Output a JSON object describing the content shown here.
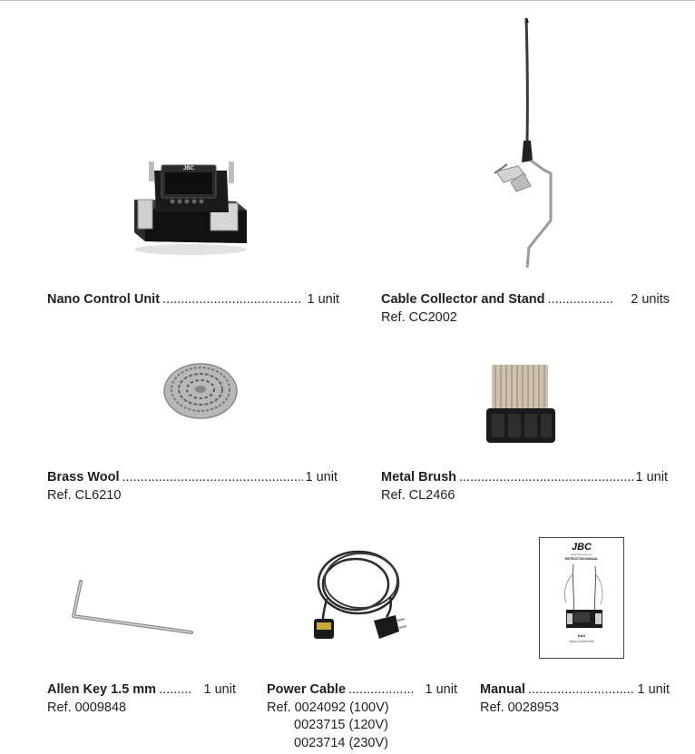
{
  "items": [
    {
      "name": "Nano Control Unit",
      "dots": "......................................",
      "qty": "1 unit",
      "refs": [],
      "image": "nano-control-unit"
    },
    {
      "name": "Cable Collector and Stand",
      "dots": "..................",
      "qty": "2 units",
      "refs": [
        "Ref. CC2002"
      ],
      "image": "cable-collector-stand"
    },
    {
      "name": "Brass Wool",
      "dots": "..................................................",
      "qty": "1 unit",
      "refs": [
        "Ref. CL6210"
      ],
      "image": "brass-wool"
    },
    {
      "name": "Metal Brush",
      "dots": ".............................................................",
      "qty": "1 unit",
      "refs": [
        "Ref. CL2466"
      ],
      "image": "metal-brush"
    },
    {
      "name": "Allen Key 1.5 mm",
      "dots": ".........",
      "qty": "1 unit",
      "refs": [
        "Ref. 0009848"
      ],
      "image": "allen-key"
    },
    {
      "name": "Power Cable",
      "dots": "..................",
      "qty": "1 unit",
      "refs": [
        "Ref. 0024092 (100V)",
        "0023715 (120V)",
        "0023714 (230V)"
      ],
      "image": "power-cable"
    },
    {
      "name": "Manual",
      "dots": "..............................",
      "qty": "1 unit",
      "refs": [
        "Ref. 0028953"
      ],
      "image": "manual"
    }
  ],
  "manual_cover": {
    "brand": "JBC",
    "website": "www.jbctools.com",
    "title": "INSTRUCTION MANUAL",
    "model": "NAU",
    "subtitle": "Nano Control Unit"
  },
  "unit_logo": "JBC",
  "colors": {
    "text": "#231f20",
    "rule": "#bfbfbf"
  }
}
